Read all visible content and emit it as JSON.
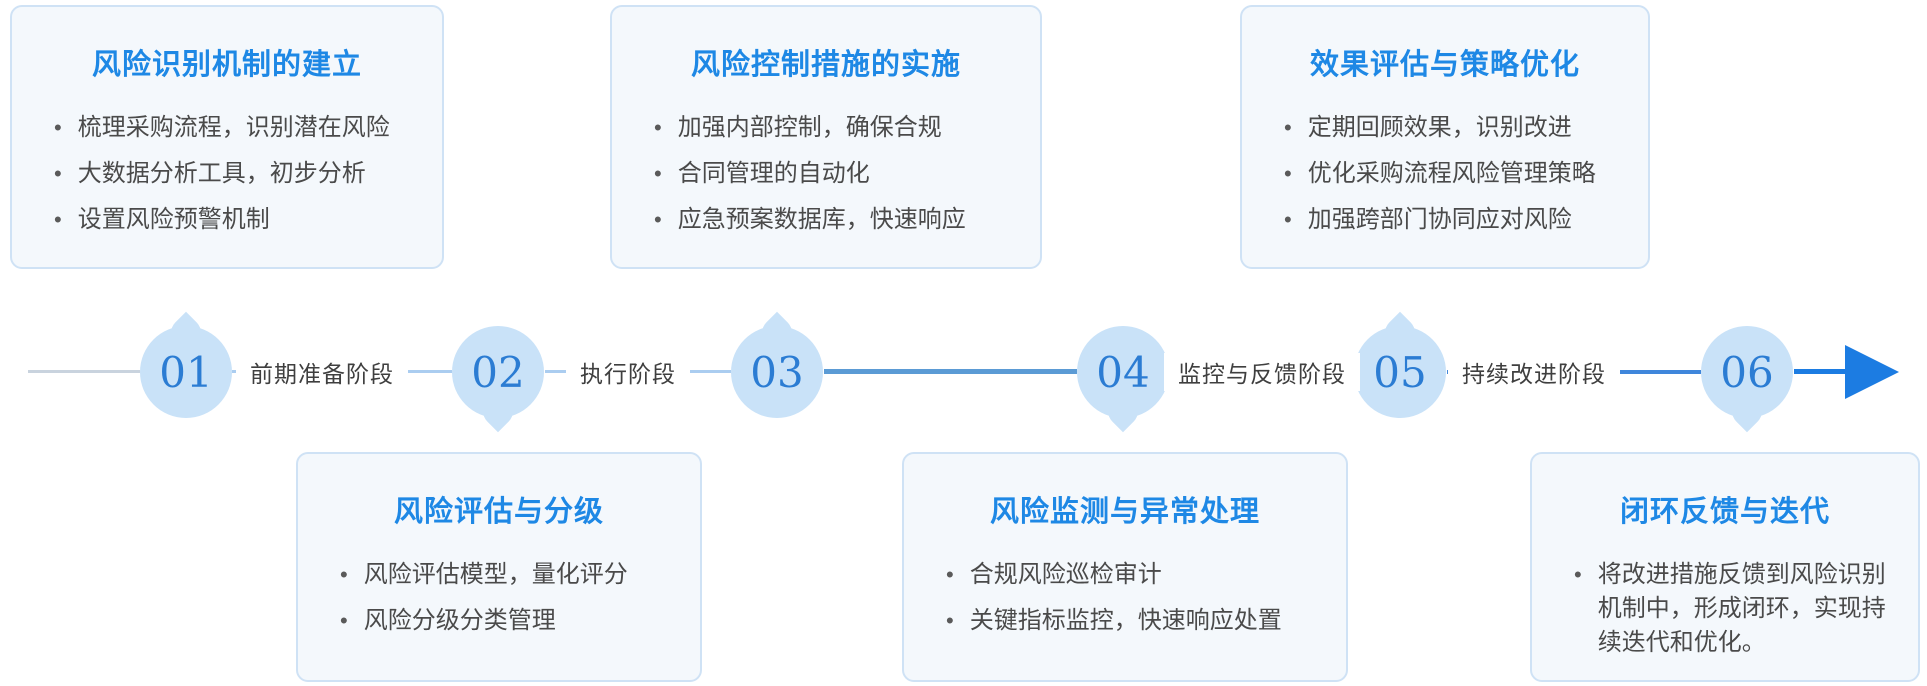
{
  "diagram": {
    "type": "horizontal-process-timeline",
    "topic": "procurement risk management process"
  },
  "glyphs": {
    "bullet": "•"
  },
  "colors": {
    "card_background": "#f4f8fc",
    "card_border": "#cfe2f5",
    "title_blue": "#1e88e5",
    "body_text": "#4a4a4a",
    "droplet_fill": "#c9e2f8",
    "node_number": "#2b7cd3",
    "line_gray": "#c9d3de",
    "line_light_blue": "#abcdf0",
    "line_mid_blue": "#5b9bd5",
    "line_bright_blue": "#3f86db",
    "arrow_blue": "#1c7ce2"
  },
  "cards": {
    "top": [
      {
        "title": "风险识别机制的建立",
        "bullets": [
          "梳理采购流程，识别潜在风险",
          "大数据分析工具，初步分析",
          "设置风险预警机制"
        ]
      },
      {
        "title": "风险控制措施的实施",
        "bullets": [
          "加强内部控制，确保合规",
          "合同管理的自动化",
          "应急预案数据库，快速响应"
        ]
      },
      {
        "title": "效果评估与策略优化",
        "bullets": [
          "定期回顾效果，识别改进",
          "优化采购流程风险管理策略",
          "加强跨部门协同应对风险"
        ]
      }
    ],
    "bottom": [
      {
        "title": "风险评估与分级",
        "bullets": [
          "风险评估模型，量化评分",
          "风险分级分类管理"
        ]
      },
      {
        "title": "风险监测与异常处理",
        "bullets": [
          "合规风险巡检审计",
          "关键指标监控，快速响应处置"
        ]
      },
      {
        "title": "闭环反馈与迭代",
        "bullets": [
          "将改进措施反馈到风险识别机制中，形成闭环，实现持续迭代和优化。"
        ]
      }
    ]
  },
  "timeline": {
    "nodes": [
      {
        "number": "01",
        "tip": "up"
      },
      {
        "number": "02",
        "tip": "down"
      },
      {
        "number": "03",
        "tip": "up"
      },
      {
        "number": "04",
        "tip": "down"
      },
      {
        "number": "05",
        "tip": "up"
      },
      {
        "number": "06",
        "tip": "down"
      }
    ],
    "phase_labels": [
      "前期准备阶段",
      "执行阶段",
      "监控与反馈阶段",
      "持续改进阶段"
    ]
  }
}
